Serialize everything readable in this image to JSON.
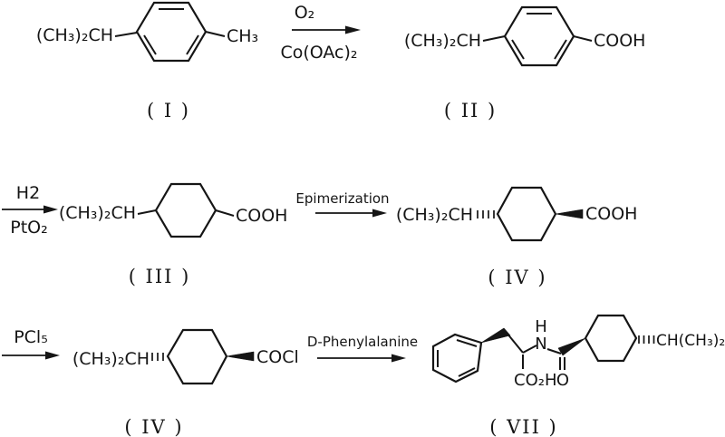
{
  "colors": {
    "ink": "#151515",
    "background": "#ffffff"
  },
  "step1": {
    "reactant": {
      "left_group": "(CH₃)₂CH",
      "right_group": "CH₃",
      "label": "( I )"
    },
    "conditions": {
      "above_arrow": "O₂",
      "below_arrow": "Co(OAc)₂"
    },
    "product": {
      "left_group": "(CH₃)₂CH",
      "right_group": "COOH",
      "label": "( II )"
    }
  },
  "step2": {
    "left_conditions": {
      "above_arrow": "H2",
      "below_arrow": "PtO₂"
    },
    "cis_acid": {
      "left_group": "(CH₃)₂CH",
      "right_group": "COOH",
      "label": "( III )"
    },
    "mid_conditions": {
      "above_arrow": "Epimerization"
    },
    "trans_acid": {
      "left_group": "(CH₃)₂CH",
      "right_group": "COOH",
      "label": "( IV )"
    }
  },
  "step3": {
    "left_conditions": {
      "above_arrow": "PCl₅"
    },
    "acid_chloride": {
      "left_group": "(CH₃)₂CH",
      "right_group": "COCl",
      "label": "( IV )"
    },
    "mid_conditions": {
      "above_arrow": "D-Phenylalanine"
    },
    "final_product": {
      "nh_hydrogen": "H",
      "nh_nitrogen": "N",
      "carboxyl_group": "CO₂H",
      "carbonyl_oxygen": "O",
      "right_group": "CH(CH₃)₂",
      "label": "( VII )"
    }
  }
}
